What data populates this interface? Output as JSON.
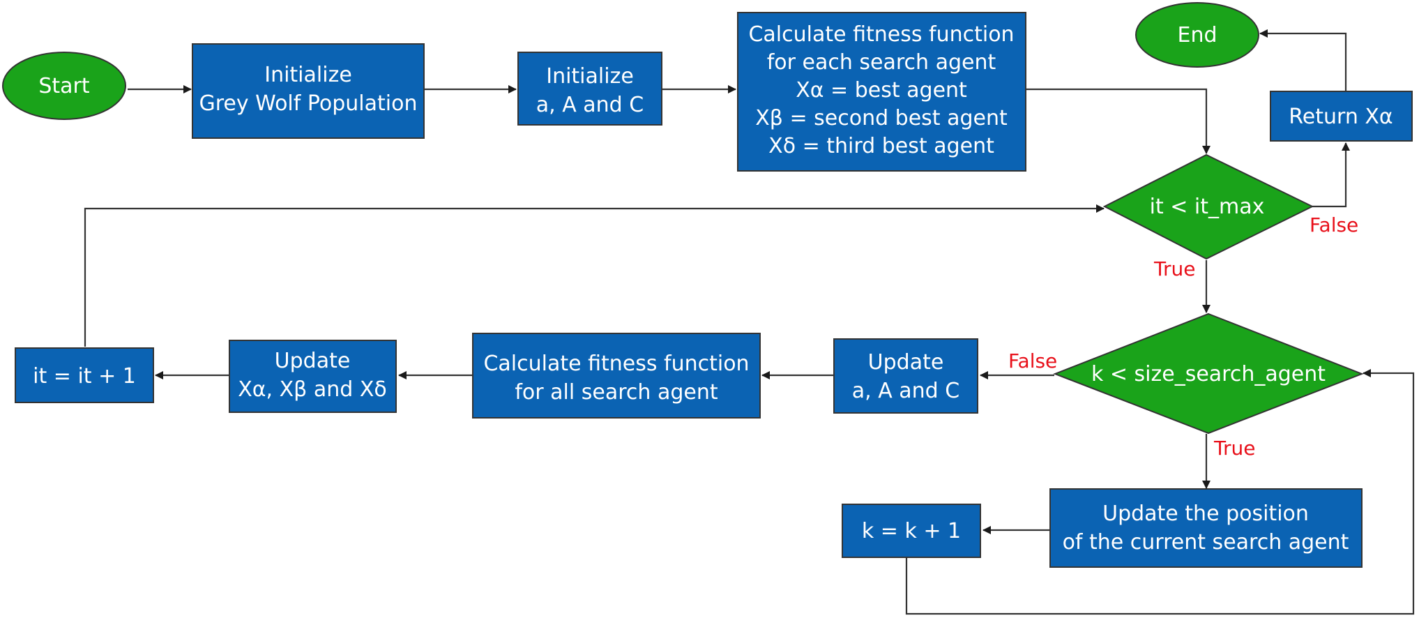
{
  "nodes": {
    "start": "Start",
    "end": "End",
    "init_pop": [
      "Initialize",
      "Grey Wolf Population"
    ],
    "init_params": [
      "Initialize",
      "a, A and C"
    ],
    "calc_fitness_init": [
      "Calculate fitness function",
      "for each search agent",
      "Xα = best agent",
      "Xβ = second best agent",
      "Xδ = third best agent"
    ],
    "return_alpha": "Return Xα",
    "cond_it": "it < it_max",
    "cond_k": "k < size_search_agent",
    "update_position": [
      "Update the position",
      "of the current search agent"
    ],
    "k_increment": "k = k + 1",
    "update_params": [
      "Update",
      "a, A and C"
    ],
    "calc_fitness_all": [
      "Calculate fitness function",
      "for all search agent"
    ],
    "update_leaders": [
      "Update",
      "Xα, Xβ and Xδ"
    ],
    "it_increment": "it = it + 1"
  },
  "edge_labels": {
    "it_false": "False",
    "it_true": "True",
    "k_false": "False",
    "k_true": "True"
  },
  "colors": {
    "process": "#0b63b3",
    "terminal": "#1aa31a",
    "decision": "#1aa31a",
    "edge_label": "#e8101a"
  }
}
